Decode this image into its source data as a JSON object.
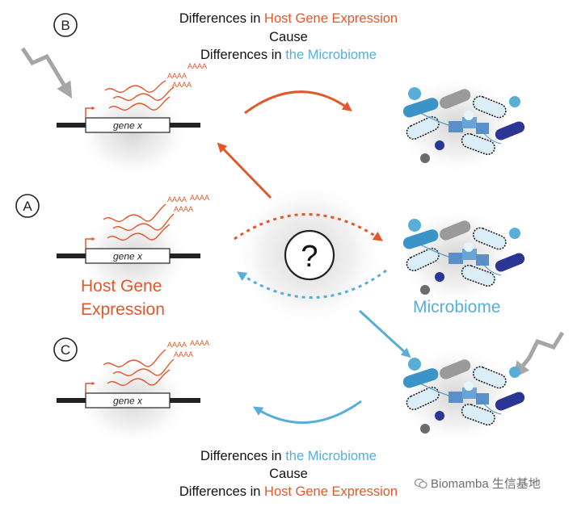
{
  "panels": {
    "b": {
      "letter": "B",
      "gene_label": "gene x",
      "transcript_tag": "AAAA"
    },
    "a": {
      "letter": "A",
      "gene_label": "gene x",
      "transcript_tag": "AAAA"
    },
    "c": {
      "letter": "C",
      "gene_label": "gene x",
      "transcript_tag": "AAAA"
    }
  },
  "top_caption": {
    "line1_prefix": "Differences in ",
    "line1_accent": "Host Gene Expression",
    "line2": "Cause",
    "line3_prefix": "Differences in ",
    "line3_accent": "the Microbiome"
  },
  "bottom_caption": {
    "line1_prefix": "Differences in ",
    "line1_accent": "the Microbiome",
    "line2": "Cause",
    "line3_prefix": "Differences in ",
    "line3_accent": "Host Gene Expression"
  },
  "center": {
    "symbol": "?"
  },
  "labels": {
    "host_line1": "Host Gene",
    "host_line2": "Expression",
    "microbiome": "Microbiome"
  },
  "watermark": {
    "text": "Biomamba 生信基地"
  },
  "colors": {
    "red_accent": "#e0582c",
    "blue_accent": "#57aed7",
    "gene_bar": "#222222",
    "signal_arrow": "#a6a6a6"
  }
}
